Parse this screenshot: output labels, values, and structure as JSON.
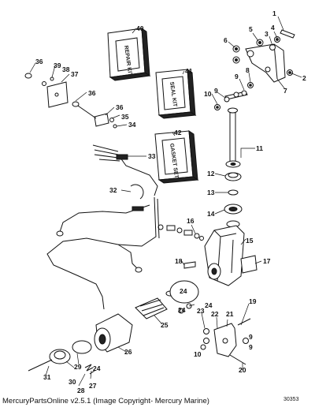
{
  "kits": {
    "repair": "REPAIR KIT",
    "seal": "SEAL KIT",
    "gasket": "GASKET SET"
  },
  "callouts": [
    "1",
    "2",
    "3",
    "4",
    "5",
    "6",
    "7",
    "8",
    "9",
    "10",
    "11",
    "12",
    "13",
    "14",
    "15",
    "16",
    "17",
    "18",
    "19",
    "20",
    "21",
    "22",
    "23",
    "24",
    "25",
    "26",
    "27",
    "28",
    "29",
    "30",
    "31",
    "32",
    "33",
    "34",
    "35",
    "36",
    "37",
    "38",
    "39",
    "40",
    "41",
    "42"
  ],
  "footer": {
    "caption": "MercuryPartsOnline v2.5.1 (Image Copyright- Mercury Marine)",
    "drawing_number": "30353"
  }
}
